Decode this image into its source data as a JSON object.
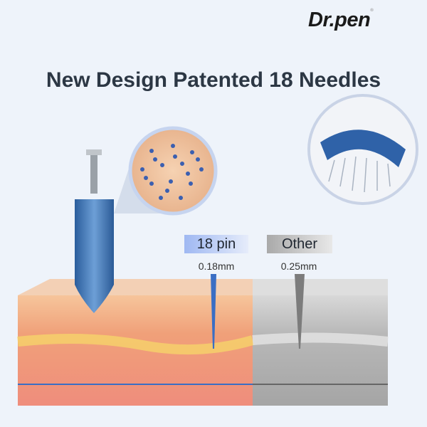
{
  "brand": {
    "logo_text": "Dr.pen",
    "registered_mark": "®"
  },
  "headline": "New Design Patented 18 Needles",
  "comparison": [
    {
      "label": "18 pin",
      "size": "0.18mm",
      "color": "#a9bff3"
    },
    {
      "label": "Other",
      "size": "0.25mm",
      "color": "#bdbdbd"
    }
  ]
}
